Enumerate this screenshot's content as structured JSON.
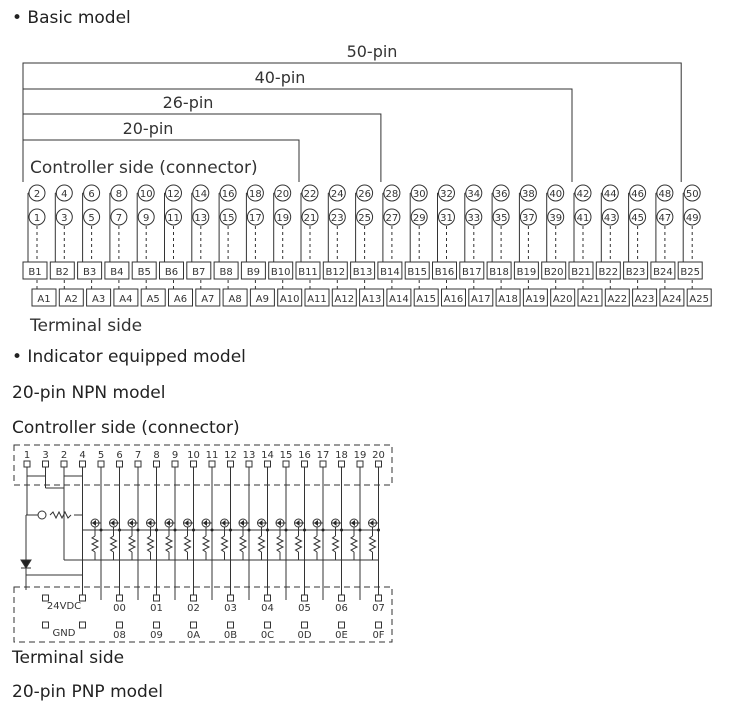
{
  "basic": {
    "heading": "• Basic model",
    "brackets": [
      "50-pin",
      "40-pin",
      "26-pin",
      "20-pin"
    ],
    "controller_label": "Controller side (connector)",
    "terminal_label": "Terminal side"
  },
  "indicator": {
    "heading": "• Indicator equipped model",
    "npn_title": "20-pin NPN model",
    "controller_label": "Controller side (connector)",
    "pins_top": [
      "1",
      "3",
      "2",
      "4",
      "5",
      "6",
      "7",
      "8",
      "9",
      "10",
      "11",
      "12",
      "13",
      "14",
      "15",
      "16",
      "17",
      "18",
      "19",
      "20"
    ],
    "supply_label": "24VDC",
    "gnd_label": "GND",
    "outputs_upper": [
      "00",
      "01",
      "02",
      "03",
      "04",
      "05",
      "06",
      "07"
    ],
    "outputs_lower": [
      "08",
      "09",
      "0A",
      "0B",
      "0C",
      "0D",
      "0E",
      "0F"
    ],
    "terminal_label": "Terminal side",
    "pnp_title": "20-pin PNP model"
  }
}
